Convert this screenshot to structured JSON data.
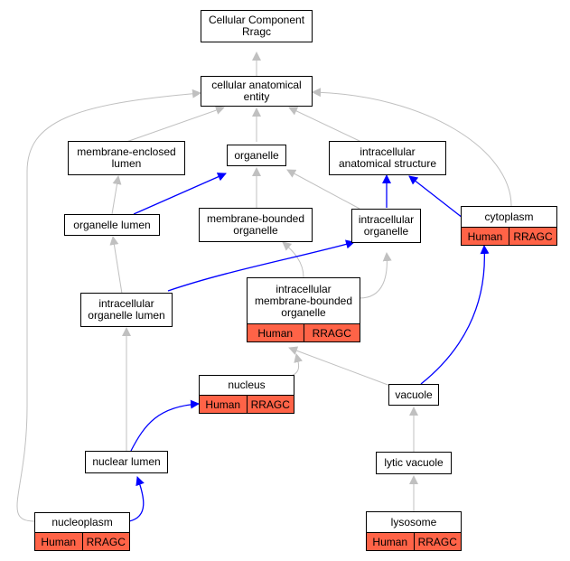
{
  "nodes": {
    "cc_rragc": "Cellular Component\nRragc",
    "cellular_anatomical_entity": "cellular anatomical\nentity",
    "membrane_enclosed_lumen": "membrane-enclosed\nlumen",
    "organelle": "organelle",
    "intracellular_anatomical_structure": "intracellular\nanatomical structure",
    "organelle_lumen": "organelle lumen",
    "membrane_bounded_organelle": "membrane-bounded\norganelle",
    "intracellular_organelle": "intracellular\norganelle",
    "cytoplasm": {
      "title": "cytoplasm",
      "species": "Human",
      "gene": "RRAGC"
    },
    "intracellular_organelle_lumen": "intracellular\norganelle lumen",
    "intracellular_membrane_bounded_organelle": {
      "title": "intracellular\nmembrane-bounded\norganelle",
      "species": "Human",
      "gene": "RRAGC"
    },
    "nucleus": {
      "title": "nucleus",
      "species": "Human",
      "gene": "RRAGC"
    },
    "vacuole": "vacuole",
    "nuclear_lumen": "nuclear lumen",
    "lytic_vacuole": "lytic vacuole",
    "nucleoplasm": {
      "title": "nucleoplasm",
      "species": "Human",
      "gene": "RRAGC"
    },
    "lysosome": {
      "title": "lysosome",
      "species": "Human",
      "gene": "RRAGC"
    }
  },
  "colors": {
    "annotation_fill": "#ff6347",
    "is_a_edge": "#c0c0c0",
    "part_of_edge": "#0000ff"
  }
}
